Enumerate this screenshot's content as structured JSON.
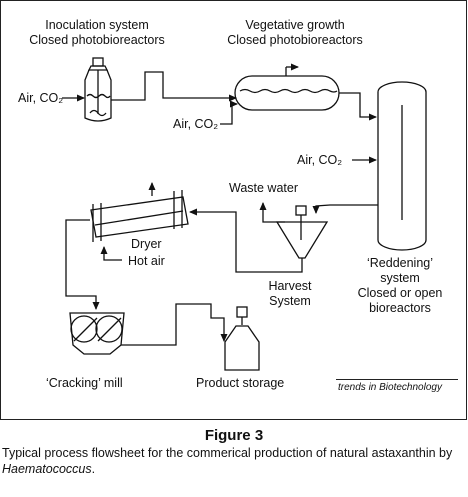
{
  "labels": {
    "inoculation_line1": "Inoculation system",
    "inoculation_line2": "Closed photobioreactors",
    "vegetative_line1": "Vegetative growth",
    "vegetative_line2": "Closed photobioreactors",
    "air_co2_1": "Air, CO₂",
    "air_co2_2": "Air, CO₂",
    "air_co2_3": "Air, CO₂",
    "waste_water": "Waste water",
    "dryer": "Dryer",
    "hot_air": "Hot air",
    "harvest_line1": "Harvest",
    "harvest_line2": "System",
    "reddening_line1": "‘Reddening’",
    "reddening_line2": "system",
    "reddening_line3": "Closed or open",
    "reddening_line4": "bioreactors",
    "cracking_mill": "‘Cracking’ mill",
    "product_storage": "Product storage"
  },
  "credit": "trends in Biotechnology",
  "figure": {
    "title": "Figure 3",
    "caption_main": "Typical process flowsheet for the commerical production of natural astaxanthin by",
    "caption_italic": "Haematococcus",
    "caption_end": "."
  }
}
